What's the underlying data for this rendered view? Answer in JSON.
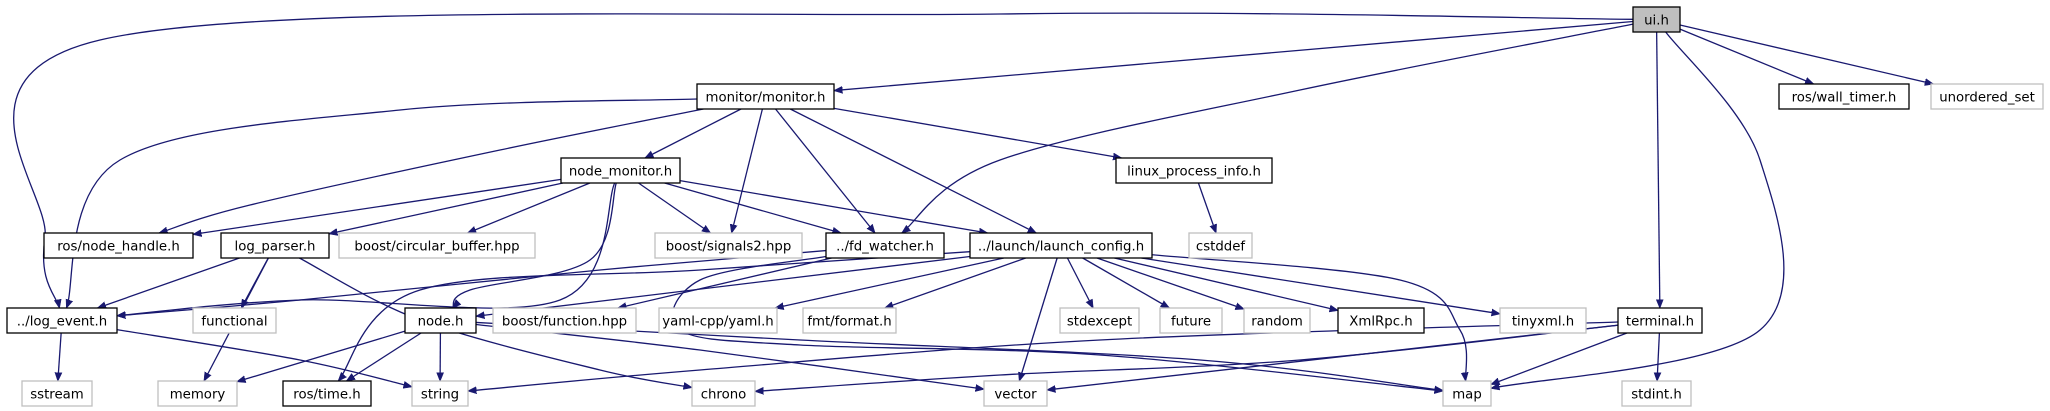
{
  "graph": {
    "colors": {
      "edge": "#191970",
      "node_border_local": "#000000",
      "node_border_external": "#bfbfbf",
      "root_fill": "#bfbfbf",
      "node_fill": "#ffffff"
    },
    "nodes": [
      {
        "id": "ui",
        "label": "ui.h",
        "kind": "root"
      },
      {
        "id": "monitor",
        "label": "monitor/monitor.h",
        "kind": "local"
      },
      {
        "id": "wall_timer",
        "label": "ros/wall_timer.h",
        "kind": "local"
      },
      {
        "id": "unordered_set",
        "label": "unordered_set",
        "kind": "external"
      },
      {
        "id": "node_monitor",
        "label": "node_monitor.h",
        "kind": "local"
      },
      {
        "id": "linux_process_info",
        "label": "linux_process_info.h",
        "kind": "local"
      },
      {
        "id": "node_handle",
        "label": "ros/node_handle.h",
        "kind": "local"
      },
      {
        "id": "log_parser",
        "label": "log_parser.h",
        "kind": "local"
      },
      {
        "id": "circular_buffer",
        "label": "boost/circular_buffer.hpp",
        "kind": "external"
      },
      {
        "id": "signals2",
        "label": "boost/signals2.hpp",
        "kind": "external"
      },
      {
        "id": "fd_watcher",
        "label": "../fd_watcher.h",
        "kind": "local"
      },
      {
        "id": "launch_config",
        "label": "../launch/launch_config.h",
        "kind": "local"
      },
      {
        "id": "cstddef",
        "label": "cstddef",
        "kind": "external"
      },
      {
        "id": "log_event",
        "label": "../log_event.h",
        "kind": "local"
      },
      {
        "id": "functional",
        "label": "functional",
        "kind": "external"
      },
      {
        "id": "node",
        "label": "node.h",
        "kind": "local"
      },
      {
        "id": "boost_function",
        "label": "boost/function.hpp",
        "kind": "external"
      },
      {
        "id": "yaml",
        "label": "yaml-cpp/yaml.h",
        "kind": "external"
      },
      {
        "id": "fmt",
        "label": "fmt/format.h",
        "kind": "external"
      },
      {
        "id": "stdexcept",
        "label": "stdexcept",
        "kind": "external"
      },
      {
        "id": "future",
        "label": "future",
        "kind": "external"
      },
      {
        "id": "random",
        "label": "random",
        "kind": "external"
      },
      {
        "id": "xmlrpc",
        "label": "XmlRpc.h",
        "kind": "local"
      },
      {
        "id": "tinyxml",
        "label": "tinyxml.h",
        "kind": "external"
      },
      {
        "id": "terminal",
        "label": "terminal.h",
        "kind": "local"
      },
      {
        "id": "sstream",
        "label": "sstream",
        "kind": "external"
      },
      {
        "id": "memory",
        "label": "memory",
        "kind": "external"
      },
      {
        "id": "ros_time",
        "label": "ros/time.h",
        "kind": "local"
      },
      {
        "id": "string",
        "label": "string",
        "kind": "external"
      },
      {
        "id": "chrono",
        "label": "chrono",
        "kind": "external"
      },
      {
        "id": "vector",
        "label": "vector",
        "kind": "external"
      },
      {
        "id": "map",
        "label": "map",
        "kind": "external"
      },
      {
        "id": "stdint",
        "label": "stdint.h",
        "kind": "external"
      }
    ],
    "edges": [
      {
        "from": "ui",
        "to": "monitor"
      },
      {
        "from": "ui",
        "to": "wall_timer"
      },
      {
        "from": "ui",
        "to": "unordered_set"
      },
      {
        "from": "ui",
        "to": "log_event"
      },
      {
        "from": "ui",
        "to": "fd_watcher"
      },
      {
        "from": "ui",
        "to": "terminal"
      },
      {
        "from": "ui",
        "to": "map"
      },
      {
        "from": "monitor",
        "to": "node_monitor"
      },
      {
        "from": "monitor",
        "to": "linux_process_info"
      },
      {
        "from": "monitor",
        "to": "node_handle"
      },
      {
        "from": "monitor",
        "to": "signals2"
      },
      {
        "from": "monitor",
        "to": "fd_watcher"
      },
      {
        "from": "monitor",
        "to": "launch_config"
      },
      {
        "from": "monitor",
        "to": "log_event"
      },
      {
        "from": "linux_process_info",
        "to": "cstddef"
      },
      {
        "from": "node_monitor",
        "to": "node_handle"
      },
      {
        "from": "node_monitor",
        "to": "log_parser"
      },
      {
        "from": "node_monitor",
        "to": "circular_buffer"
      },
      {
        "from": "node_monitor",
        "to": "signals2"
      },
      {
        "from": "node_monitor",
        "to": "fd_watcher"
      },
      {
        "from": "node_monitor",
        "to": "launch_config"
      },
      {
        "from": "node_monitor",
        "to": "log_event"
      },
      {
        "from": "node_monitor",
        "to": "node"
      },
      {
        "from": "log_parser",
        "to": "log_event"
      },
      {
        "from": "log_parser",
        "to": "functional"
      },
      {
        "from": "log_parser",
        "to": "memory"
      },
      {
        "from": "log_parser",
        "to": "chrono"
      },
      {
        "from": "fd_watcher",
        "to": "boost_function"
      },
      {
        "from": "fd_watcher",
        "to": "map"
      },
      {
        "from": "fd_watcher",
        "to": "log_event"
      },
      {
        "from": "launch_config",
        "to": "node"
      },
      {
        "from": "launch_config",
        "to": "yaml"
      },
      {
        "from": "launch_config",
        "to": "fmt"
      },
      {
        "from": "launch_config",
        "to": "stdexcept"
      },
      {
        "from": "launch_config",
        "to": "future"
      },
      {
        "from": "launch_config",
        "to": "random"
      },
      {
        "from": "launch_config",
        "to": "xmlrpc"
      },
      {
        "from": "launch_config",
        "to": "tinyxml"
      },
      {
        "from": "launch_config",
        "to": "vector"
      },
      {
        "from": "launch_config",
        "to": "map"
      },
      {
        "from": "launch_config",
        "to": "ros_time"
      },
      {
        "from": "log_event",
        "to": "sstream"
      },
      {
        "from": "log_event",
        "to": "string"
      },
      {
        "from": "node",
        "to": "memory"
      },
      {
        "from": "node",
        "to": "ros_time"
      },
      {
        "from": "node",
        "to": "string"
      },
      {
        "from": "node",
        "to": "vector"
      },
      {
        "from": "node",
        "to": "map"
      },
      {
        "from": "terminal",
        "to": "string"
      },
      {
        "from": "terminal",
        "to": "chrono"
      },
      {
        "from": "terminal",
        "to": "vector"
      },
      {
        "from": "terminal",
        "to": "map"
      },
      {
        "from": "terminal",
        "to": "stdint"
      }
    ]
  }
}
